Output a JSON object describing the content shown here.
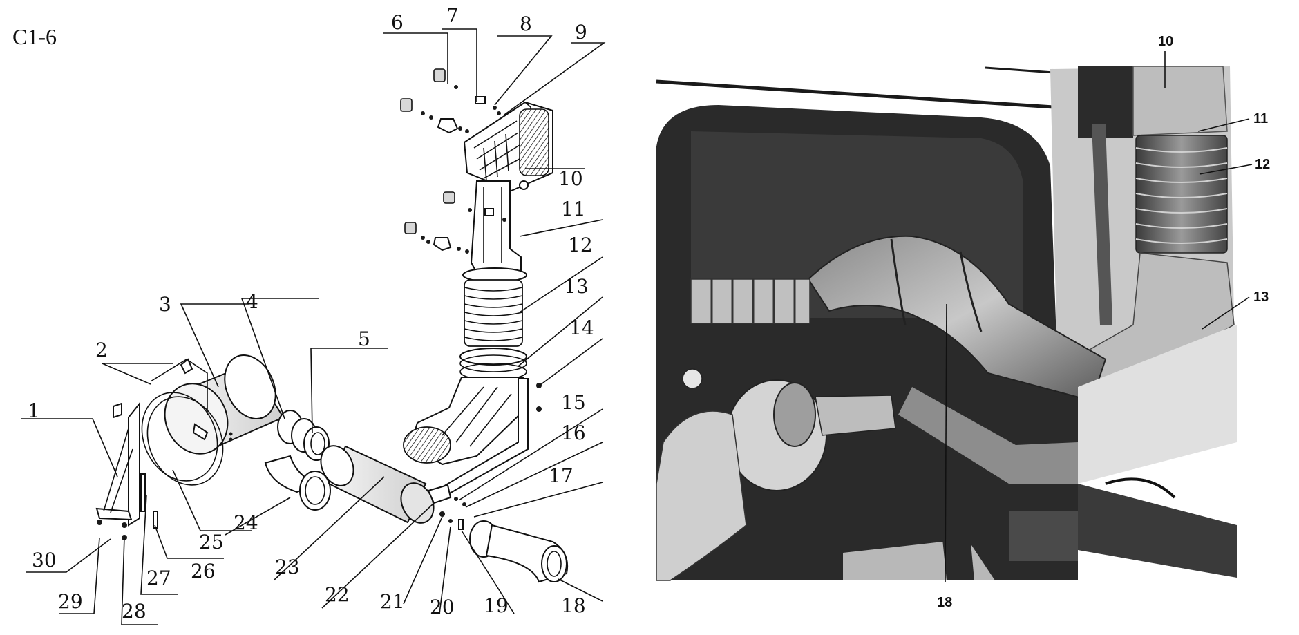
{
  "figure_code": "C1-6",
  "diagram_callouts": [
    "1",
    "2",
    "3",
    "4",
    "5",
    "6",
    "7",
    "8",
    "9",
    "10",
    "11",
    "12",
    "13",
    "14",
    "15",
    "16",
    "17",
    "18",
    "19",
    "20",
    "21",
    "22",
    "23",
    "24",
    "25",
    "26",
    "27",
    "28",
    "29",
    "30"
  ],
  "photo_callouts": [
    "10",
    "11",
    "12",
    "13",
    "18"
  ],
  "colors": {
    "ink": "#111111",
    "paper": "#ffffff",
    "photo_dark": "#2a2a2a",
    "photo_mid": "#6e6e6e",
    "photo_light": "#c9c9c9"
  }
}
